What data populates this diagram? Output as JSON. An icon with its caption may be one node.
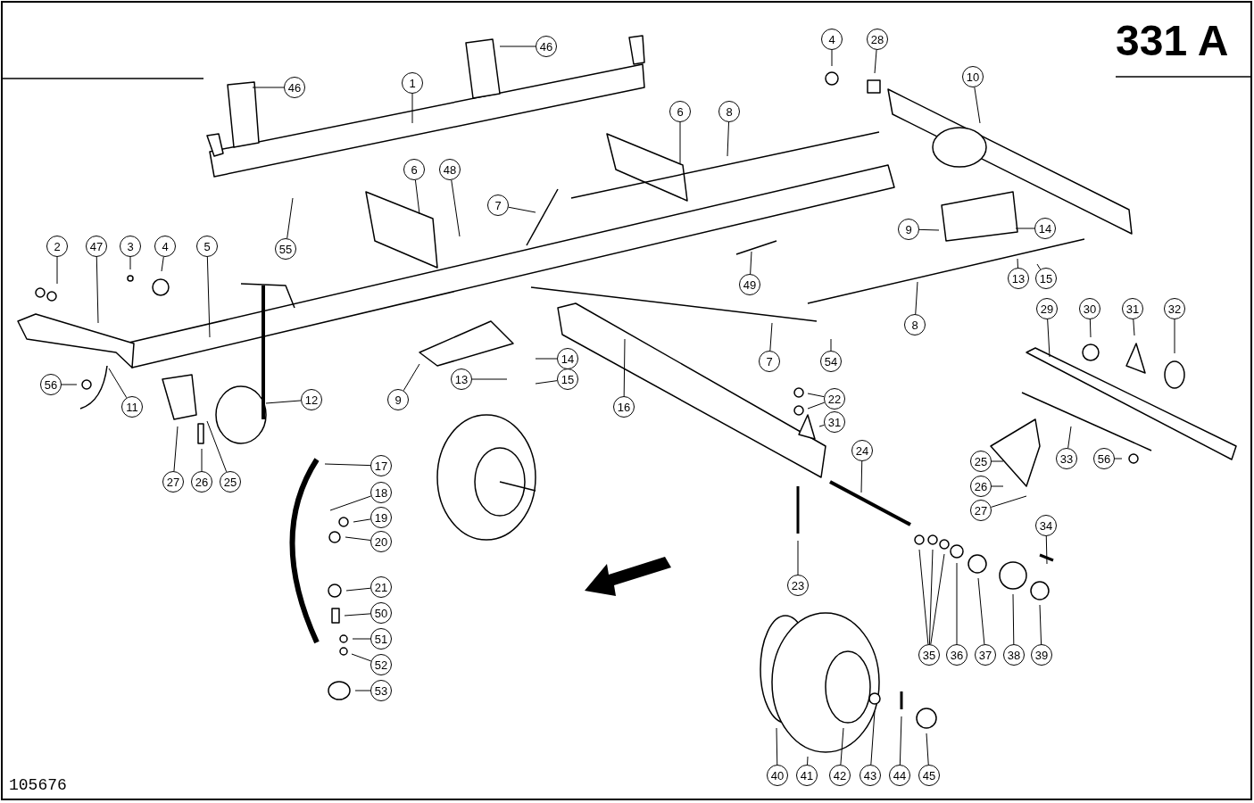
{
  "diagram": {
    "nodes": [
      {
        "text": [
          "46"
        ]
      },
      {
        "text": [
          "46"
        ]
      },
      {
        "text": [
          "1"
        ]
      },
      {
        "text": [
          "4"
        ]
      },
      {
        "text": [
          "28"
        ]
      },
      {
        "text": [
          "10"
        ]
      },
      {
        "text": [
          "6"
        ]
      },
      {
        "text": [
          "8"
        ]
      },
      {
        "text": [
          "6"
        ]
      },
      {
        "text": [
          "48"
        ]
      },
      {
        "text": [
          "7"
        ]
      },
      {
        "text": [
          "55"
        ]
      },
      {
        "text": [
          "9"
        ]
      },
      {
        "text": [
          "14"
        ]
      },
      {
        "text": [
          "13"
        ]
      },
      {
        "text": [
          "15"
        ]
      },
      {
        "text": [
          "2"
        ]
      },
      {
        "text": [
          "47"
        ]
      },
      {
        "text": [
          "3"
        ]
      },
      {
        "text": [
          "4"
        ]
      },
      {
        "text": [
          "5"
        ]
      },
      {
        "text": [
          "49"
        ]
      },
      {
        "text": [
          "8"
        ]
      },
      {
        "text": [
          "29"
        ]
      },
      {
        "text": [
          "30"
        ]
      },
      {
        "text": [
          "31"
        ]
      },
      {
        "text": [
          "32"
        ]
      },
      {
        "text": [
          "7"
        ]
      },
      {
        "text": [
          "54"
        ]
      },
      {
        "text": [
          "9"
        ]
      },
      {
        "text": [
          "13"
        ]
      },
      {
        "text": [
          "14"
        ]
      },
      {
        "text": [
          "15"
        ]
      },
      {
        "text": [
          "56"
        ]
      },
      {
        "text": [
          "11"
        ]
      },
      {
        "text": [
          "12"
        ]
      },
      {
        "text": [
          "16"
        ]
      },
      {
        "text": [
          "22"
        ]
      },
      {
        "text": [
          "31"
        ]
      },
      {
        "text": [
          "24"
        ]
      },
      {
        "text": [
          "25"
        ]
      },
      {
        "text": [
          "26"
        ]
      },
      {
        "text": [
          "27"
        ]
      },
      {
        "text": [
          "33"
        ]
      },
      {
        "text": [
          "56"
        ]
      },
      {
        "text": [
          "27"
        ]
      },
      {
        "text": [
          "26"
        ]
      },
      {
        "text": [
          "25"
        ]
      },
      {
        "text": [
          "17"
        ]
      },
      {
        "text": [
          "18"
        ]
      },
      {
        "text": [
          "19"
        ]
      },
      {
        "text": [
          "20"
        ]
      },
      {
        "text": [
          "21"
        ]
      },
      {
        "text": [
          "50"
        ]
      },
      {
        "text": [
          "51"
        ]
      },
      {
        "text": [
          "52"
        ]
      },
      {
        "text": [
          "53"
        ]
      },
      {
        "text": [
          "23"
        ]
      },
      {
        "text": [
          "34"
        ]
      },
      {
        "text": [
          "35"
        ]
      },
      {
        "text": [
          "36"
        ]
      },
      {
        "text": [
          "37"
        ]
      },
      {
        "text": [
          "38"
        ]
      },
      {
        "text": [
          "39"
        ]
      },
      {
        "text": [
          "40"
        ]
      },
      {
        "text": [
          "41"
        ]
      },
      {
        "text": [
          "42"
        ]
      },
      {
        "text": [
          "43"
        ]
      },
      {
        "text": [
          "44"
        ]
      },
      {
        "text": [
          "45"
        ]
      }
    ],
    "edges": [
      {
        "from": 0,
        "to": null,
        "arrow": "none"
      },
      {
        "from": 1,
        "to": null,
        "arrow": "none"
      },
      {
        "from": 2,
        "to": null,
        "arrow": "none"
      },
      {
        "from": 3,
        "to": null,
        "arrow": "none"
      },
      {
        "from": 4,
        "to": null,
        "arrow": "none"
      },
      {
        "from": 5,
        "to": null,
        "arrow": "none"
      },
      {
        "from": 6,
        "to": null,
        "arrow": "none"
      },
      {
        "from": 7,
        "to": null,
        "arrow": "none"
      },
      {
        "from": 8,
        "to": null,
        "arrow": "none"
      },
      {
        "from": 9,
        "to": null,
        "arrow": "none"
      },
      {
        "from": 10,
        "to": null,
        "arrow": "none"
      },
      {
        "from": 11,
        "to": null,
        "arrow": "none"
      },
      {
        "from": 12,
        "to": null,
        "arrow": "none"
      },
      {
        "from": 13,
        "to": null,
        "arrow": "none"
      },
      {
        "from": 14,
        "to": null,
        "arrow": "none"
      },
      {
        "from": 15,
        "to": null,
        "arrow": "none"
      },
      {
        "from": 16,
        "to": null,
        "arrow": "none"
      },
      {
        "from": 17,
        "to": null,
        "arrow": "none"
      },
      {
        "from": 18,
        "to": null,
        "arrow": "none"
      },
      {
        "from": 19,
        "to": null,
        "arrow": "none"
      },
      {
        "from": 20,
        "to": null,
        "arrow": "none"
      },
      {
        "from": 21,
        "to": null,
        "arrow": "none"
      },
      {
        "from": 22,
        "to": null,
        "arrow": "none"
      },
      {
        "from": 23,
        "to": null,
        "arrow": "none"
      },
      {
        "from": 24,
        "to": null,
        "arrow": "none"
      },
      {
        "from": 25,
        "to": null,
        "arrow": "none"
      },
      {
        "from": 26,
        "to": null,
        "arrow": "none"
      },
      {
        "from": 27,
        "to": null,
        "arrow": "none"
      },
      {
        "from": 28,
        "to": null,
        "arrow": "none"
      },
      {
        "from": 29,
        "to": null,
        "arrow": "none"
      },
      {
        "from": 30,
        "to": null,
        "arrow": "none"
      },
      {
        "from": 31,
        "to": null,
        "arrow": "none"
      },
      {
        "from": 32,
        "to": null,
        "arrow": "none"
      },
      {
        "from": 33,
        "to": null,
        "arrow": "none"
      },
      {
        "from": 34,
        "to": null,
        "arrow": "none"
      },
      {
        "from": 35,
        "to": null,
        "arrow": "none"
      },
      {
        "from": 36,
        "to": null,
        "arrow": "none"
      },
      {
        "from": 37,
        "to": null,
        "arrow": "none"
      },
      {
        "from": 37,
        "to": null,
        "arrow": "none"
      },
      {
        "from": 38,
        "to": null,
        "arrow": "none"
      },
      {
        "from": 39,
        "to": null,
        "arrow": "none"
      },
      {
        "from": 40,
        "to": null,
        "arrow": "none"
      },
      {
        "from": 41,
        "to": null,
        "arrow": "none"
      },
      {
        "from": 42,
        "to": null,
        "arrow": "none"
      },
      {
        "from": 43,
        "to": null,
        "arrow": "none"
      },
      {
        "from": 44,
        "to": null,
        "arrow": "none"
      },
      {
        "from": 45,
        "to": null,
        "arrow": "none"
      },
      {
        "from": 46,
        "to": null,
        "arrow": "none"
      },
      {
        "from": 47,
        "to": null,
        "arrow": "none"
      },
      {
        "from": 48,
        "to": null,
        "arrow": "none"
      },
      {
        "from": 49,
        "to": null,
        "arrow": "none"
      },
      {
        "from": 50,
        "to": null,
        "arrow": "none"
      },
      {
        "from": 51,
        "to": null,
        "arrow": "none"
      },
      {
        "from": 52,
        "to": null,
        "arrow": "none"
      },
      {
        "from": 53,
        "to": null,
        "arrow": "none"
      },
      {
        "from": 54,
        "to": null,
        "arrow": "none"
      },
      {
        "from": 55,
        "to": null,
        "arrow": "none"
      },
      {
        "from": 56,
        "to": null,
        "arrow": "none"
      },
      {
        "from": 57,
        "to": null,
        "arrow": "none"
      },
      {
        "from": 58,
        "to": null,
        "arrow": "none"
      },
      {
        "from": 59,
        "to": null,
        "arrow": "none"
      },
      {
        "from": 59,
        "to": null,
        "arrow": "none"
      },
      {
        "from": 59,
        "to": null,
        "arrow": "none"
      },
      {
        "from": 60,
        "to": null,
        "arrow": "none"
      },
      {
        "from": 61,
        "to": null,
        "arrow": "none"
      },
      {
        "from": 62,
        "to": null,
        "arrow": "none"
      },
      {
        "from": 63,
        "to": null,
        "arrow": "none"
      },
      {
        "from": 64,
        "to": null,
        "arrow": "none"
      },
      {
        "from": 65,
        "to": null,
        "arrow": "none"
      },
      {
        "from": 66,
        "to": null,
        "arrow": "none"
      },
      {
        "from": 67,
        "to": null,
        "arrow": "none"
      },
      {
        "from": 68,
        "to": null,
        "arrow": "none"
      },
      {
        "from": 69,
        "to": null,
        "arrow": "none"
      }
    ],
    "labels": [
      "331 A",
      "105676"
    ]
  }
}
